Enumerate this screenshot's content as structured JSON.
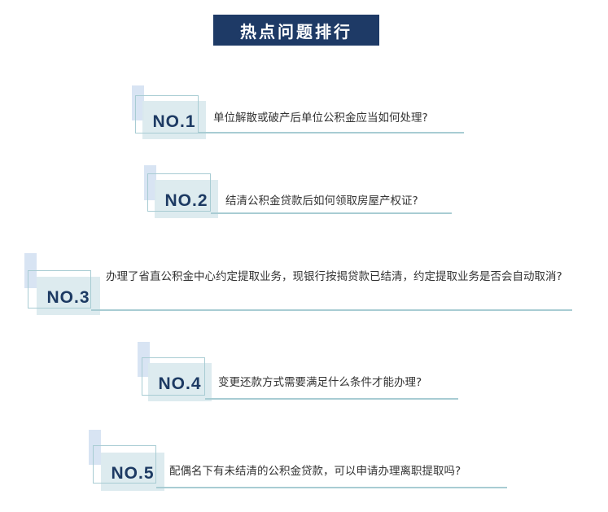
{
  "title": "热点问题排行",
  "items": [
    {
      "label": "NO.1",
      "question": "单位解散或破产后单位公积金应当如何处理?"
    },
    {
      "label": "NO.2",
      "question": "结清公积金贷款后如何领取房屋产权证?"
    },
    {
      "label": "NO.3",
      "question": "办理了省直公积金中心约定提取业务，现银行按揭贷款已结清，约定提取业务是否会自动取消?"
    },
    {
      "label": "NO.4",
      "question": "变更还款方式需要满足什么条件才能办理?"
    },
    {
      "label": "NO.5",
      "question": "配偶名下有未结清的公积金贷款，可以申请办理离职提取吗?"
    }
  ]
}
